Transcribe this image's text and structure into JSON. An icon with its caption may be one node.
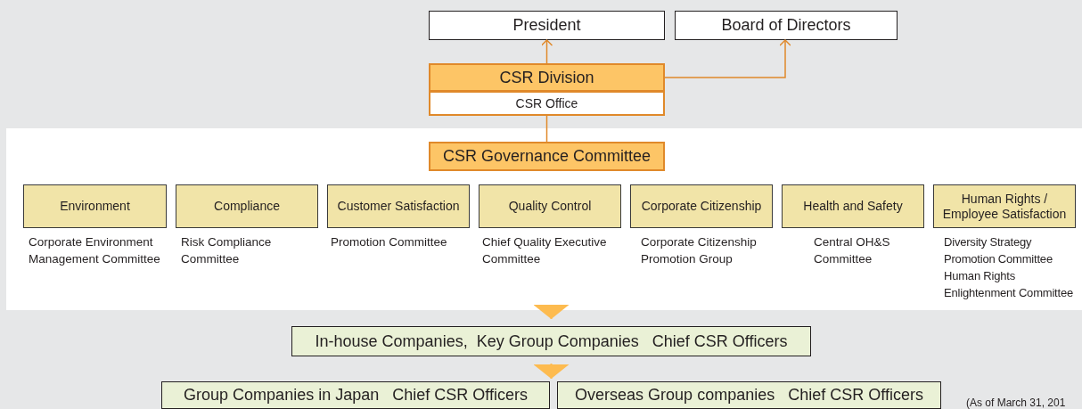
{
  "diagram": {
    "nodes": [
      {
        "text": [
          "President"
        ]
      },
      {
        "text": [
          "Board of Directors"
        ]
      },
      {
        "text": [
          "CSR Division"
        ]
      },
      {
        "text": [
          "CSR Office"
        ]
      },
      {
        "text": [],
        "shape": "box"
      },
      {
        "text": [
          "CSR Governance Committee"
        ],
        "in": 4
      },
      {
        "text": [
          "Environment"
        ],
        "in": 4,
        "beside": [
          "Corporate Environment Management Committee"
        ]
      },
      {
        "text": [
          "Compliance"
        ],
        "in": 4,
        "beside": [
          "Risk Compliance Committee"
        ]
      },
      {
        "text": [
          "Customer Satisfaction"
        ],
        "in": 4,
        "beside": [
          "Promotion Committee"
        ]
      },
      {
        "text": [
          "Quality Control"
        ],
        "in": 4,
        "beside": [
          "Chief Quality Executive Committee"
        ]
      },
      {
        "text": [
          "Corporate Citizenship"
        ],
        "in": 4,
        "beside": [
          "Corporate Citizenship Promotion Group"
        ]
      },
      {
        "text": [
          "Health and Safety"
        ],
        "in": 4,
        "beside": [
          "Central OH&S Committee"
        ]
      },
      {
        "text": [
          "Human Rights / Employee Satisfaction"
        ],
        "in": 4,
        "beside": [
          "Diversity Strategy Promotion Committee",
          "Human Rights Enlightenment Committee"
        ]
      },
      {
        "text": [
          "In-house Companies,  Key Group Companies   Chief CSR Officers"
        ]
      },
      {
        "text": [
          "Group Companies in Japan   Chief CSR Officers"
        ]
      },
      {
        "text": [
          "Overseas Group companies   Chief CSR Officers"
        ]
      }
    ],
    "edges": [
      {
        "from": 2,
        "to": 0,
        "arrow": "to"
      },
      {
        "from": 2,
        "to": 1,
        "arrow": "to"
      },
      {
        "from": 3,
        "to": 5,
        "arrow": "none"
      },
      {
        "from": 4,
        "to": 13,
        "arrow": "to",
        "color": "#fdbb4f"
      },
      {
        "from": 13,
        "to": 14,
        "arrow": "to",
        "color": "#fdbb4f"
      },
      {
        "from": 13,
        "to": 15,
        "arrow": "to",
        "color": "#fdbb4f"
      }
    ],
    "labels": [
      "(As of March 31, 201"
    ]
  }
}
